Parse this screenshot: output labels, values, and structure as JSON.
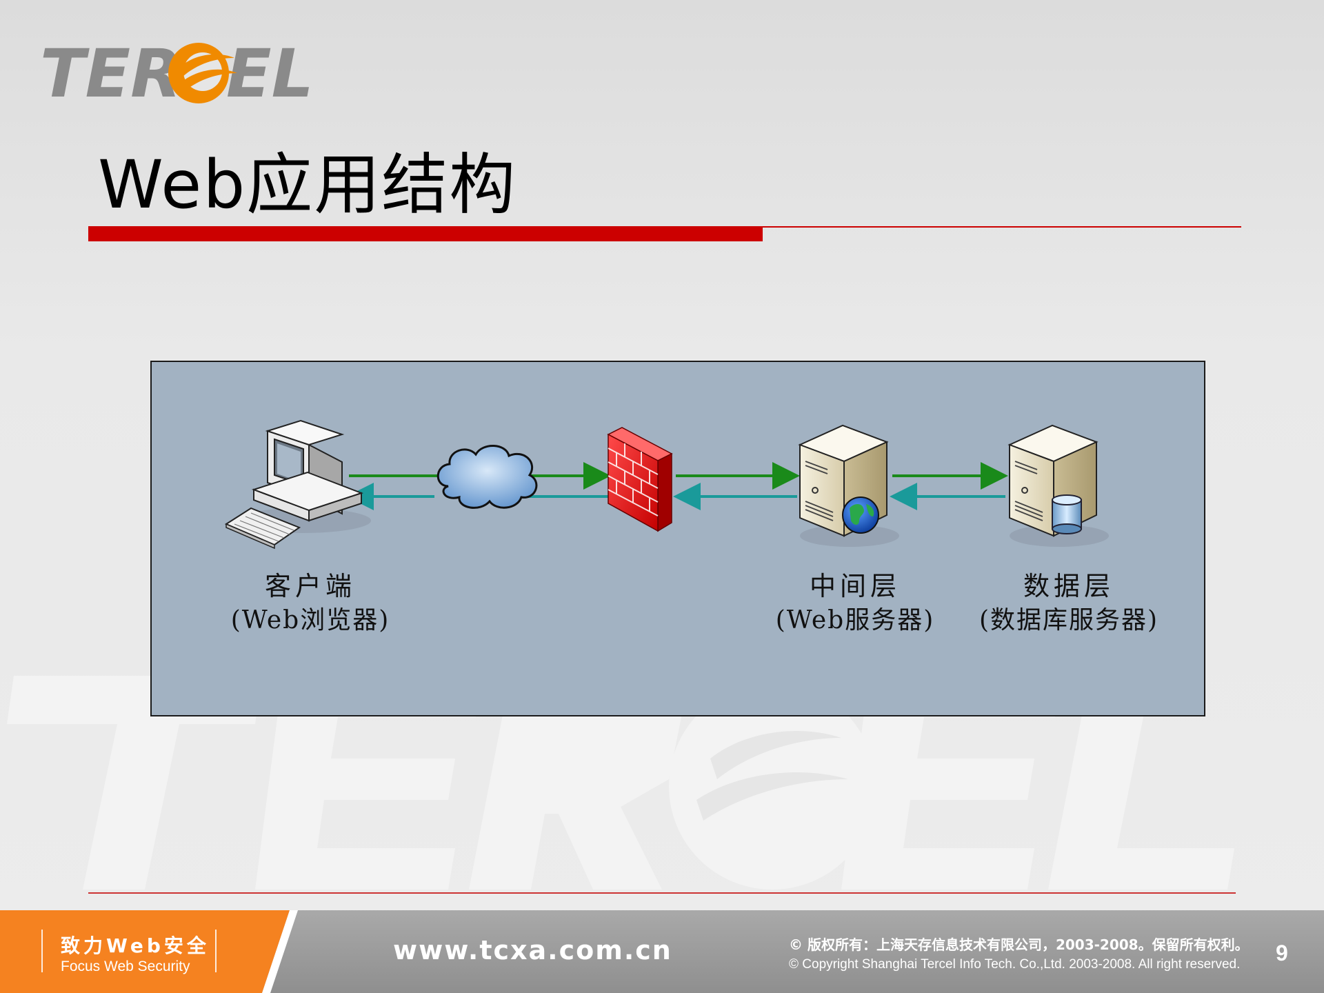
{
  "logo": {
    "text": "TERCEL",
    "accent_color": "#f08a00",
    "text_color": "#8a8a8a"
  },
  "title": "Web应用结构",
  "accent_color": "#cc0000",
  "diagram": {
    "background": "#a2b2c2",
    "request_arrow_color": "#1a8a1a",
    "response_arrow_color": "#1a9a9a",
    "nodes": [
      {
        "id": "client",
        "icon": "desktop-computer-icon",
        "label": "客户端",
        "sublabel": "(Web浏览器)"
      },
      {
        "id": "internet",
        "icon": "cloud-icon",
        "label": "",
        "sublabel": ""
      },
      {
        "id": "firewall",
        "icon": "firewall-icon",
        "label": "",
        "sublabel": ""
      },
      {
        "id": "middle",
        "icon": "web-server-icon",
        "label": "中间层",
        "sublabel": "(Web服务器)"
      },
      {
        "id": "data",
        "icon": "database-server-icon",
        "label": "数据层",
        "sublabel": "(数据库服务器)"
      }
    ]
  },
  "footer": {
    "slogan_cn": "致力Web安全",
    "slogan_en": "Focus Web Security",
    "website": "www.tcxa.com.cn",
    "copyright_cn": "© 版权所有：上海天存信息技术有限公司，2003-2008。保留所有权利。",
    "copyright_en": "© Copyright Shanghai Tercel Info Tech. Co.,Ltd. 2003-2008. All right reserved.",
    "page_number": "9",
    "orange_color": "#f58220"
  }
}
